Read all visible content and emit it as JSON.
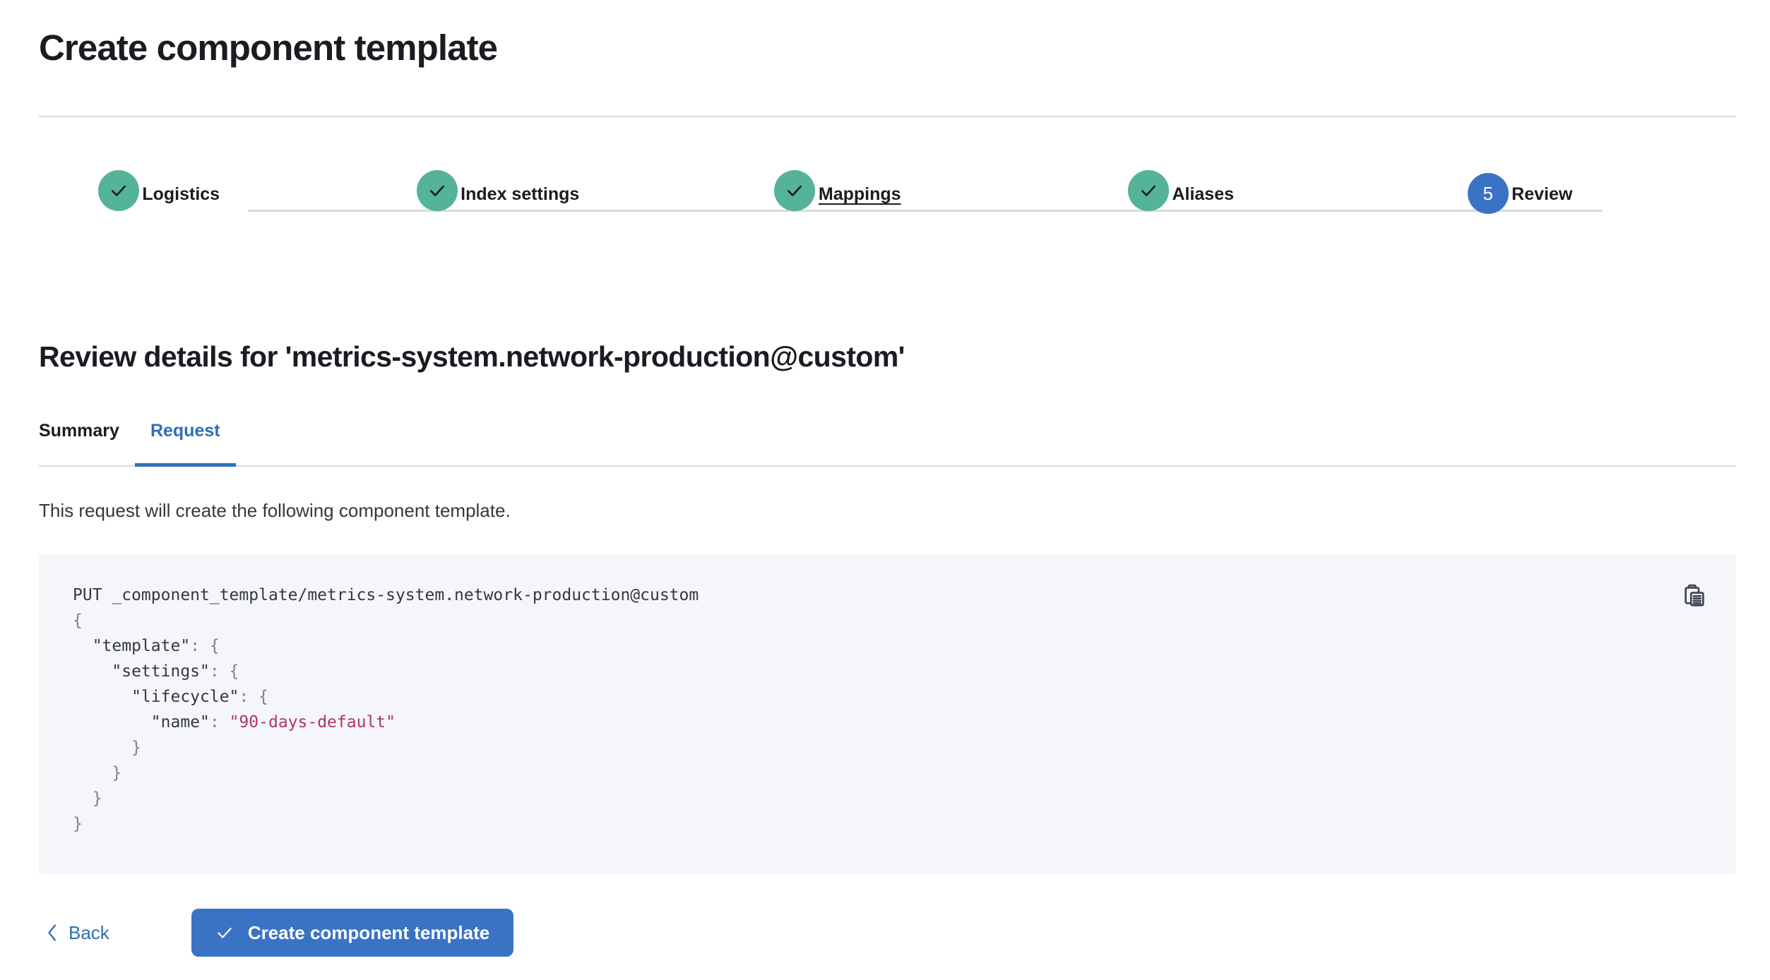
{
  "header": {
    "title": "Create component template"
  },
  "stepper": {
    "steps": [
      {
        "label": "Logistics",
        "state": "done",
        "indicator": "check",
        "hovered": false
      },
      {
        "label": "Index settings",
        "state": "done",
        "indicator": "check",
        "hovered": false
      },
      {
        "label": "Mappings",
        "state": "done",
        "indicator": "check",
        "hovered": true
      },
      {
        "label": "Aliases",
        "state": "done",
        "indicator": "check",
        "hovered": false
      },
      {
        "label": "Review",
        "state": "current",
        "indicator": "5",
        "hovered": false
      }
    ]
  },
  "review": {
    "heading": "Review details for 'metrics-system.network-production@custom'",
    "tabs": [
      {
        "label": "Summary",
        "active": false
      },
      {
        "label": "Request",
        "active": true
      }
    ],
    "description": "This request will create the following component template.",
    "copy_icon": "clipboard-copy-icon",
    "request": {
      "method": "PUT",
      "path": "_component_template/metrics-system.network-production@custom",
      "lines": [
        "PUT _component_template/metrics-system.network-production@custom",
        "{",
        "  \"template\": {",
        "    \"settings\": {",
        "      \"lifecycle\": {",
        "        \"name\": \"90-days-default\"",
        "      }",
        "    }",
        "  }",
        "}"
      ],
      "body": {
        "template": {
          "settings": {
            "lifecycle": {
              "name": "90-days-default"
            }
          }
        }
      }
    }
  },
  "footer": {
    "back_label": "Back",
    "back_icon": "chevron-left-icon",
    "submit_label": "Create component template",
    "submit_icon": "check-icon"
  },
  "colors": {
    "accent_blue": "#3a73c4",
    "link_blue": "#2f6fb5",
    "step_done_teal": "#54b399",
    "code_background": "#f5f6fa",
    "code_string": "#b0365f",
    "text_dark": "#1a1c21",
    "divider": "#d3d9e6"
  }
}
